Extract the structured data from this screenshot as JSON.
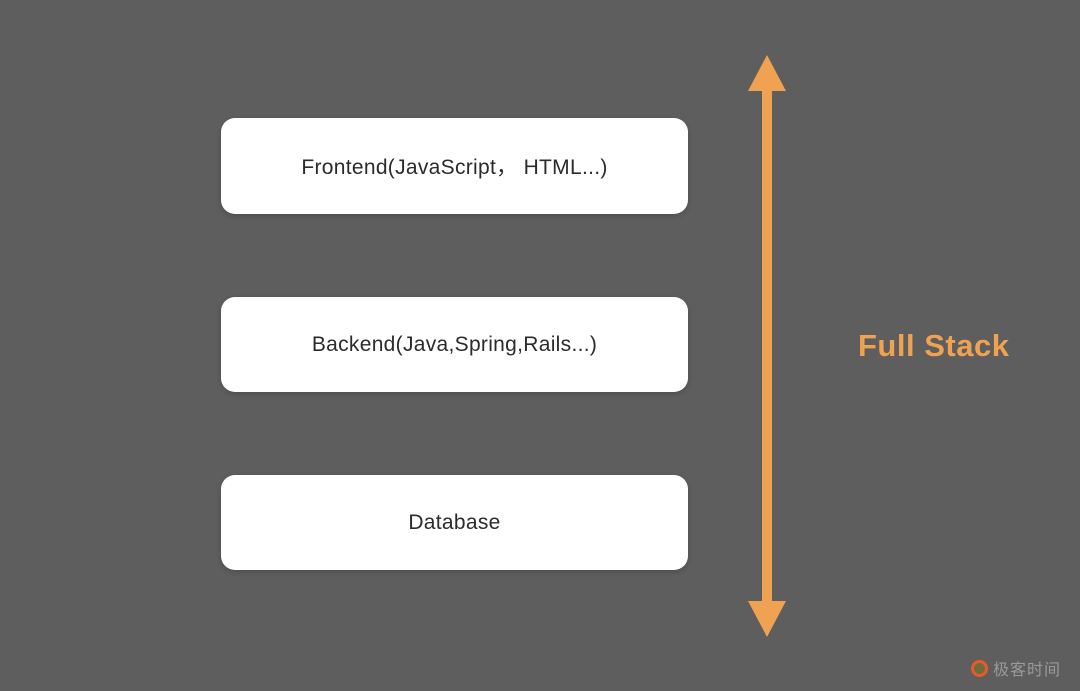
{
  "diagram": {
    "title": "Full stack layers diagram",
    "layers": [
      {
        "id": "frontend",
        "label": "Frontend(JavaScript， HTML...)"
      },
      {
        "id": "backend",
        "label": "Backend(Java,Spring,Rails...)"
      },
      {
        "id": "database",
        "label": "Database"
      }
    ],
    "annotation": {
      "label": "Full Stack",
      "arrow": "vertical-double-headed"
    }
  },
  "watermark": {
    "text": "极客时间",
    "icon": "geektime-logo-icon"
  },
  "colors": {
    "background": "#5e5e5e",
    "box_background": "#ffffff",
    "box_text": "#2b2b2b",
    "accent": "#efa251",
    "logo_ring": "#e85a2a",
    "watermark_text": "#9a9a9a"
  }
}
